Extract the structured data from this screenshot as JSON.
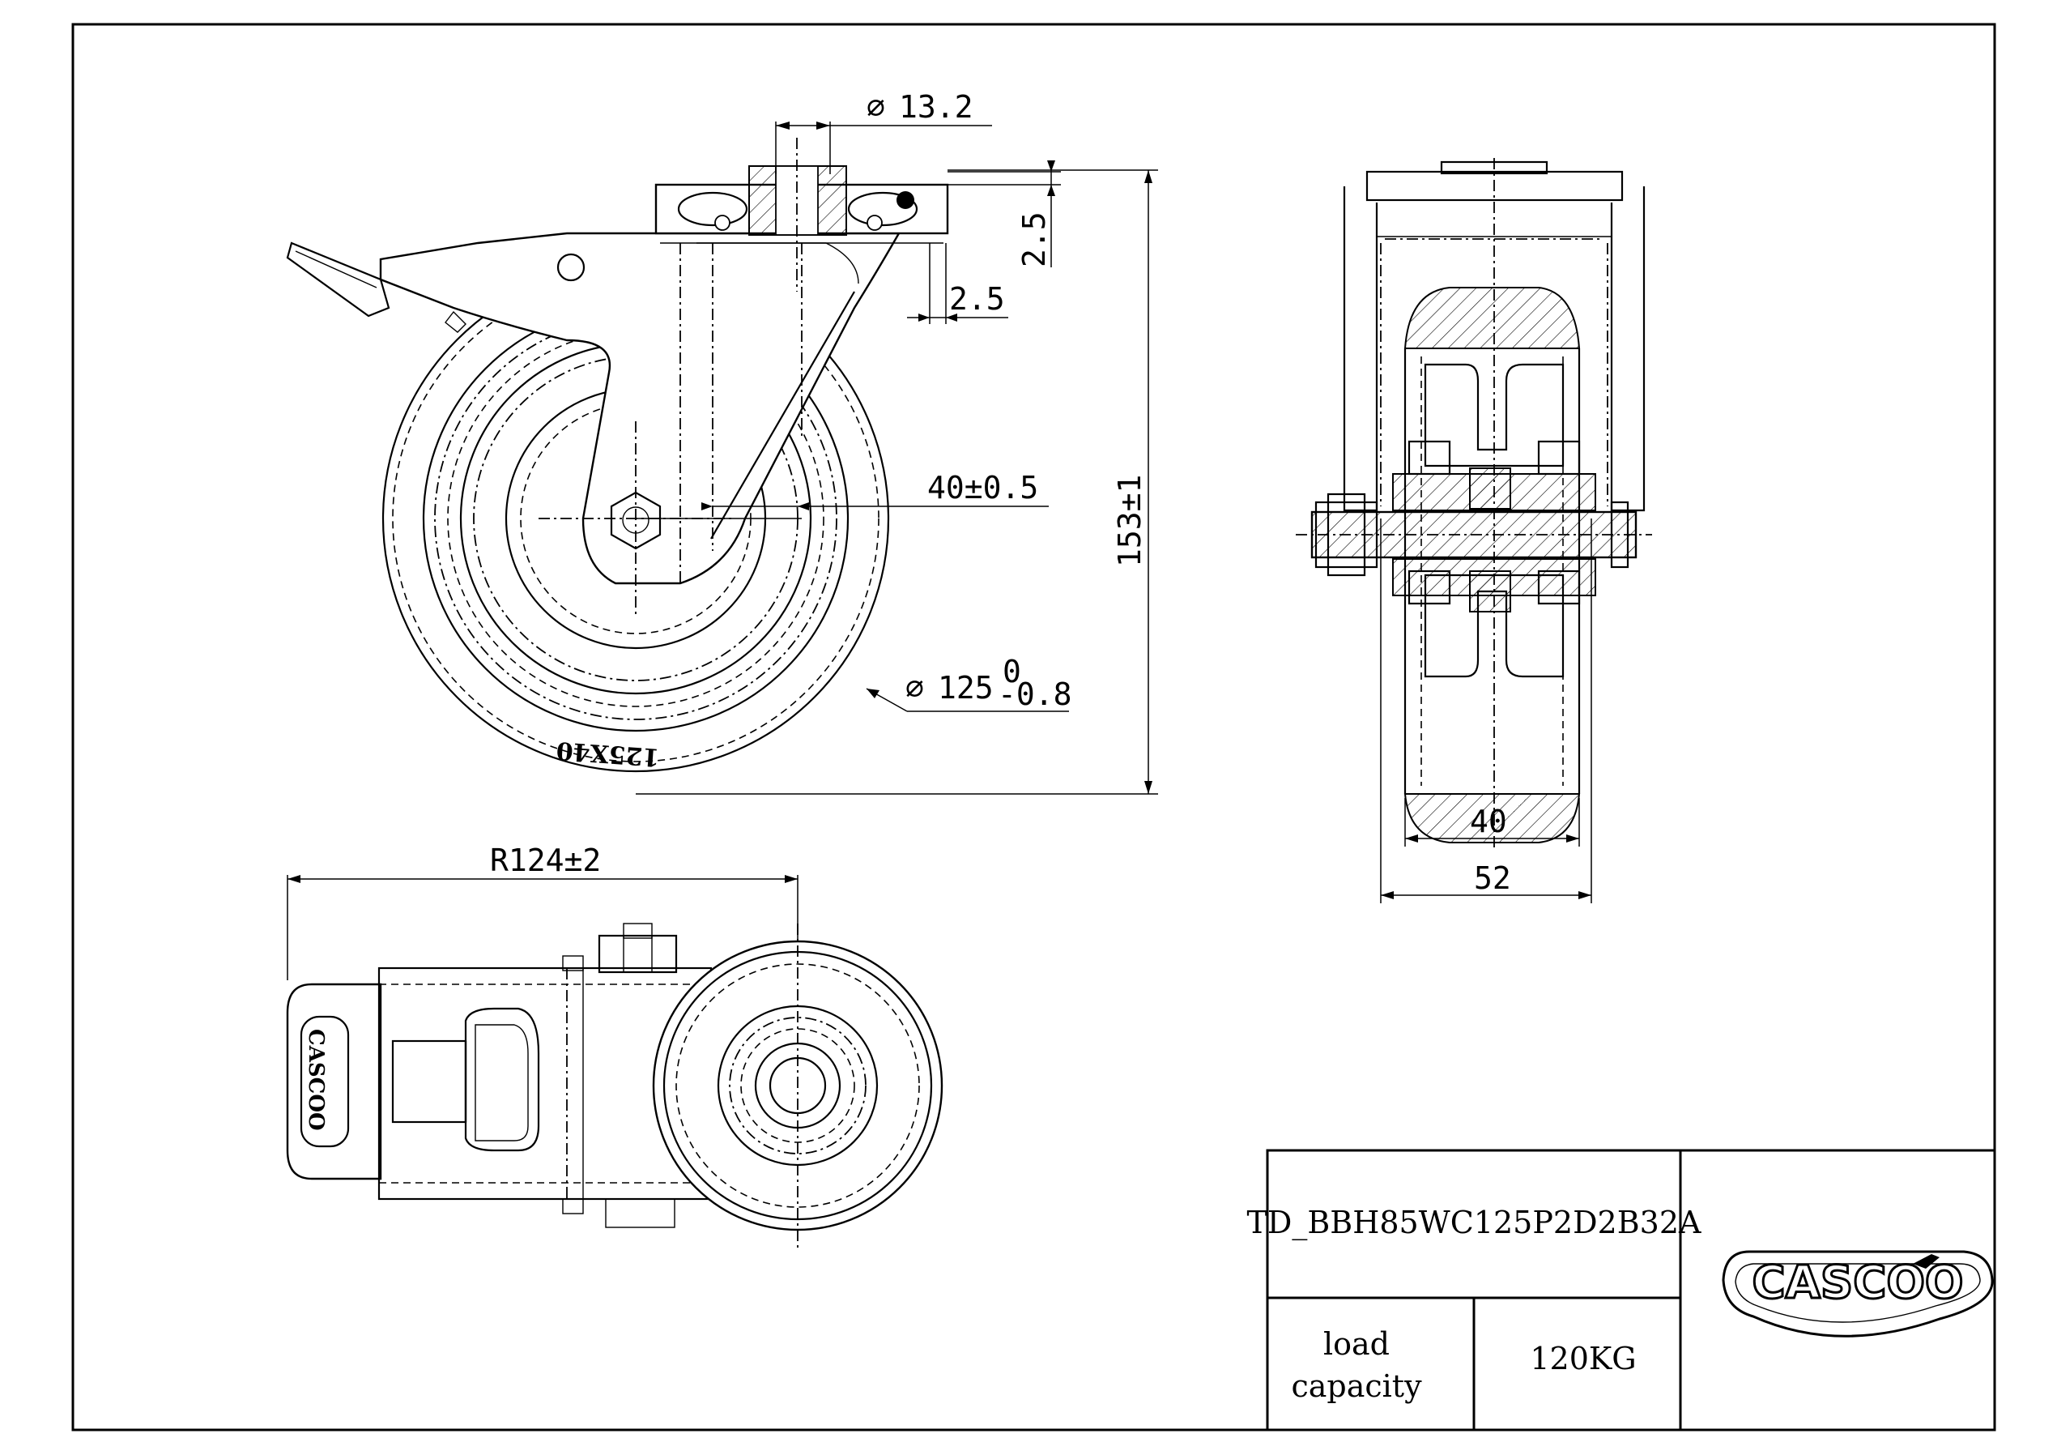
{
  "dimensions": {
    "bore_diameter": "13.2",
    "plate_thickness": "2.5",
    "plate_offset": "2.5",
    "offset": "40±0.5",
    "overall_height": "153±1",
    "wheel_diameter": "125",
    "wheel_tol_upper": "0",
    "wheel_tol_lower": "-0.8",
    "tread_width": "40",
    "overall_width": "52",
    "swivel_radius": "R124±2"
  },
  "wheel_marking": "125X40",
  "diameter_symbol": "∅",
  "title_block": {
    "part_number": "TD_BBH85WC125P2D2B32A",
    "load_label_line1": "load",
    "load_label_line2": "capacity",
    "load_value": "120KG",
    "logo_text": "CASCOO",
    "brake_logo_text": "CASCOO"
  }
}
